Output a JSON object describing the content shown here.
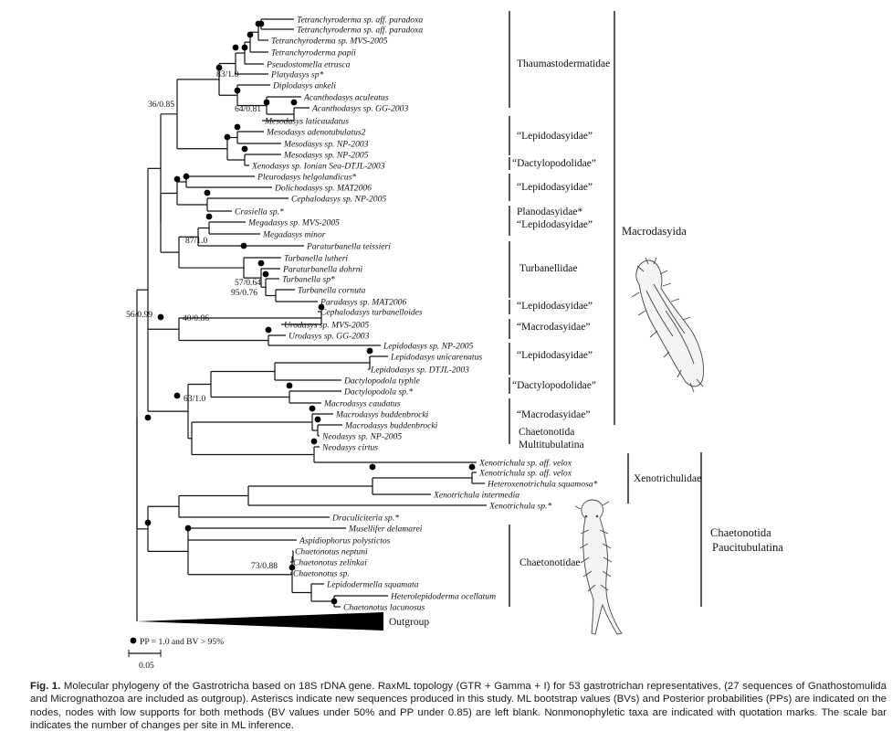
{
  "figure": {
    "taxa": [
      "Tetranchyroderma sp. aff. paradoxa",
      "Tetranchyroderma sp. aff. paradoxa",
      "Tetranchyroderma sp. MVS-2005",
      "Tetranchyroderma papii",
      "Pseudostomella etrusca",
      "Platydasys sp*",
      "Diplodasys ankeli",
      "Acanthodasys aculeatus",
      "Acanthodasys sp. GG-2003",
      "Mesodasys laticaudatus",
      "Mesodasys adenotubulatus2",
      "Mesodasys sp. NP-2003",
      "Mesodasys sp. NP-2005",
      "Xenodasys sp. Ionian Sea-DTJL-2003",
      "Pleurodasys helgolandicus*",
      "Dolichodasys sp. MAT2006",
      "Cephalodasys sp. NP-2005",
      "Crasiella sp.*",
      "Megadasys sp. MVS-2005",
      "Megadasys minor",
      "Paraturbanella teissieri",
      "Turbanella lutheri",
      "Paraturbanella dohrni",
      "Turbanella sp*",
      "Turbanella cornuta",
      "Paradasys sp. MAT2006",
      "Cephalodasys turbanelloides",
      "Urodasys sp. MVS-2005",
      "Urodasys sp. GG-2003",
      "Lepidodasys sp. NP-2005",
      "Lepidodasys unicarenatus",
      "Lepidodasys sp. DTJL-2003",
      "Dactylopodola typhle",
      "Dactylopodola sp.*",
      "Macrodasys caudatus",
      "Macrodasys buddenbrocki",
      "Macrodasys buddenbrocki",
      "Neodasys sp. NP-2005",
      "Neodasys cirtus",
      "Xenotrichula sp. aff. velox",
      "Xenotrichula sp. aff. velox",
      "Heteroxenotrichula squamosa*",
      "Xenotrichula intermedia",
      "Xenotrichula sp.*",
      "Draculiciteria sp.*",
      "Musellifer delamarei",
      "Aspidiophorus polystictos",
      "Chaetonotus neptuni",
      "Chaetonotus zelinkai",
      "Chaetonotus sp.",
      "Lepidodermella squamata",
      "Heterolepidoderma ocellatum",
      "Chaetonotus lacunosus"
    ],
    "support_values": [
      "83/1.0",
      "36/0.85",
      "64/0.81",
      "87/1.0",
      "57/0.64",
      "95/0.76",
      "56/0.99",
      "40/0.86",
      "63/1.0",
      "73/0.88"
    ],
    "clades": [
      "Thaumastodermatidae",
      "“Lepidodasyidae”",
      "“Dactylopodolidae”",
      "“Lepidodasyidae”",
      "Planodasyidae*",
      "“Lepidodasyidae”",
      "Turbanellidae",
      "“Lepidodasyidae”",
      "“Macrodasyidae”",
      "“Lepidodasyidae”",
      "“Dactylopodolidae”",
      "“Macrodasyidae”",
      "Chaetonotida",
      "Multitubulatina",
      "Xenotrichulidae",
      "Chaetonotidae"
    ],
    "orders": [
      "Macrodasyida",
      "Chaetonotida",
      "Paucitubulatina"
    ],
    "outgroup_label": "Outgroup",
    "legend_text": "PP = 1.0 and BV > 95%",
    "scale_label": "0.05"
  },
  "caption": {
    "label": "Fig. 1.",
    "text": "Molecular phylogeny of the Gastrotricha based on 18S rDNA gene. RaxML topology (GTR + Gamma + I) for 53 gastrotrichan representatives, (27 sequences of Gnathostomulida and Micrognathozoa are included as outgroup). Asteriscs indicate new sequences produced in this study. ML bootstrap values (BVs) and Posterior probabilities (PPs) are indicated on the nodes, nodes with low supports for both methods (BV values under 50% and PP under 0.85) are left blank. Nonmonophyletic taxa are indicated with quotation marks. The scale bar indicates the number of changes per site in ML inference."
  }
}
